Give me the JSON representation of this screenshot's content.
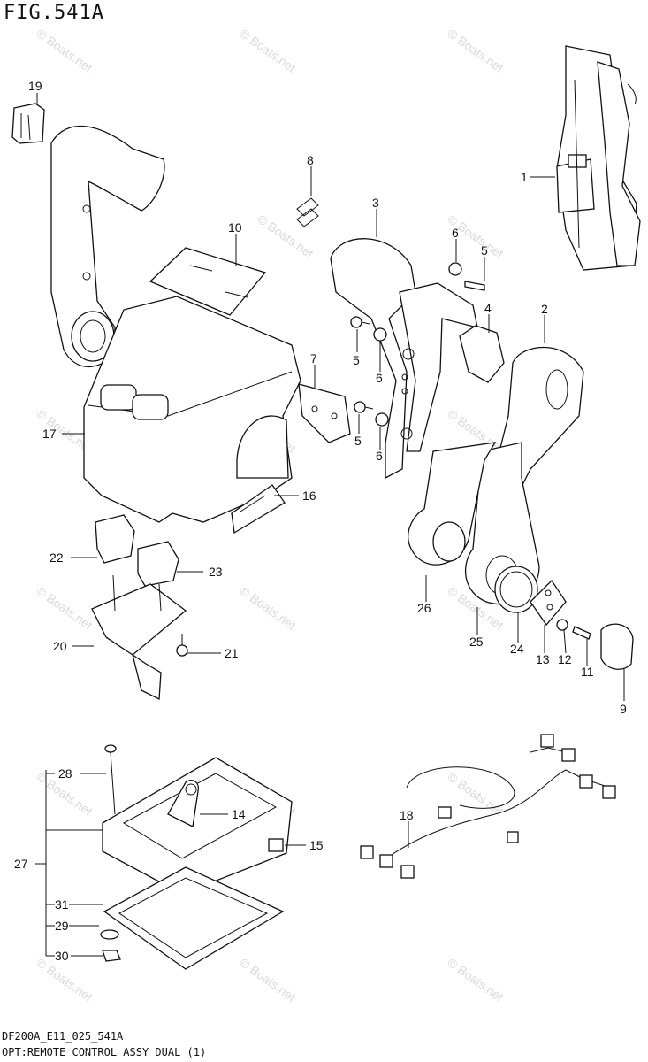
{
  "figure": {
    "title": "FIG.541A",
    "code": "DF200A_E11_025_541A",
    "caption": "OPT:REMOTE CONTROL ASSY DUAL (1)"
  },
  "watermark": "© Boats.net",
  "callouts": {
    "c1": "1",
    "c2": "2",
    "c3": "3",
    "c4": "4",
    "c5a": "5",
    "c5b": "5",
    "c5c": "5",
    "c6a": "6",
    "c6b": "6",
    "c6c": "6",
    "c7": "7",
    "c8": "8",
    "c9": "9",
    "c10": "10",
    "c11": "11",
    "c12": "12",
    "c13": "13",
    "c14": "14",
    "c15": "15",
    "c16": "16",
    "c17": "17",
    "c18": "18",
    "c19": "19",
    "c20": "20",
    "c21": "21",
    "c22": "22",
    "c23": "23",
    "c24": "24",
    "c25": "25",
    "c26": "26",
    "c27": "27",
    "c28": "28",
    "c29": "29",
    "c30": "30",
    "c31": "31"
  }
}
